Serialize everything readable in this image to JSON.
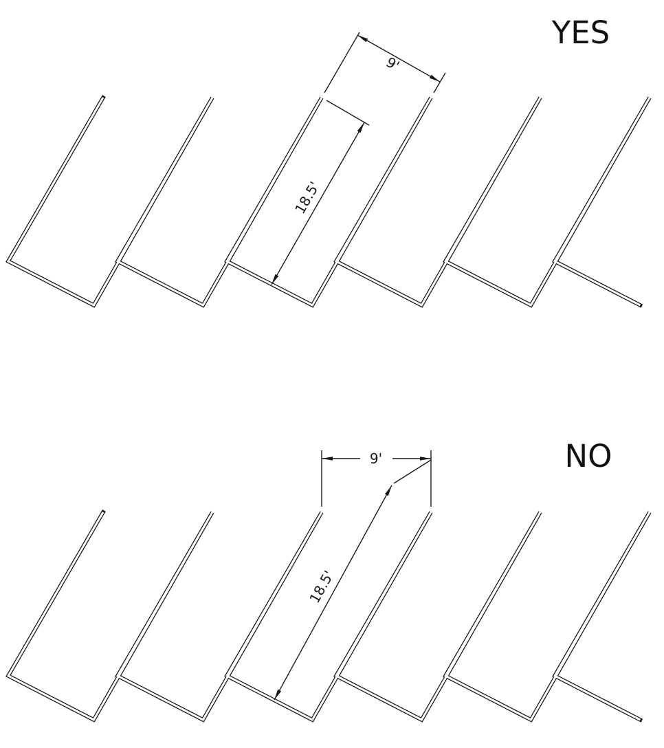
{
  "diagrams": [
    {
      "verdict": "YES",
      "stall_width": "9'",
      "stall_length": "18.5'"
    },
    {
      "verdict": "NO",
      "stall_width": "9'",
      "stall_length": "18.5'"
    }
  ],
  "colors": {
    "line": "#1a1a1a",
    "background": "#ffffff"
  }
}
